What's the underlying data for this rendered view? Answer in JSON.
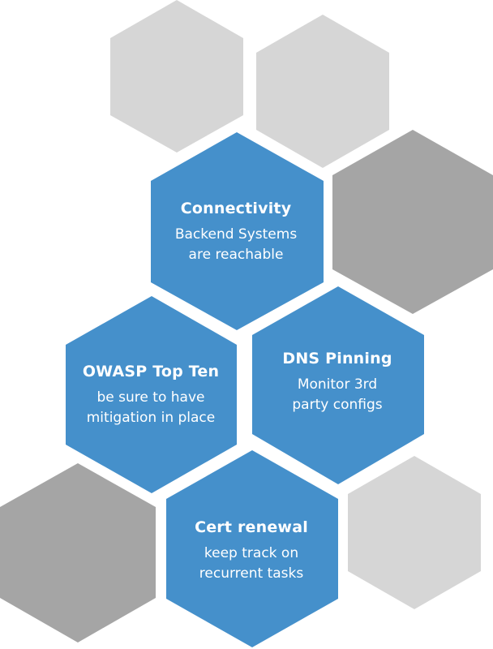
{
  "colors": {
    "accent_blue": "#4590CB",
    "light_gray": "#D6D6D6",
    "dark_gray": "#A5A5A5",
    "text": "#FFFFFF"
  },
  "hexagons": [
    {
      "id": "deco-top-left",
      "tone": "light_gray",
      "title": "",
      "body": []
    },
    {
      "id": "deco-top-right",
      "tone": "light_gray",
      "title": "",
      "body": []
    },
    {
      "id": "deco-mid-right",
      "tone": "dark_gray",
      "title": "",
      "body": []
    },
    {
      "id": "deco-bottom-left",
      "tone": "dark_gray",
      "title": "",
      "body": []
    },
    {
      "id": "deco-bottom-right",
      "tone": "light_gray",
      "title": "",
      "body": []
    },
    {
      "id": "connectivity",
      "tone": "accent_blue",
      "title": "Connectivity",
      "body": [
        "Backend Systems",
        "are reachable"
      ]
    },
    {
      "id": "owasp",
      "tone": "accent_blue",
      "title": "OWASP Top Ten",
      "body": [
        "be sure to have",
        "mitigation in place"
      ]
    },
    {
      "id": "dns-pinning",
      "tone": "accent_blue",
      "title": "DNS Pinning",
      "body": [
        "Monitor 3rd",
        "party configs"
      ]
    },
    {
      "id": "cert-renewal",
      "tone": "accent_blue",
      "title": "Cert renewal",
      "body": [
        "keep track on",
        "recurrent tasks"
      ]
    }
  ]
}
